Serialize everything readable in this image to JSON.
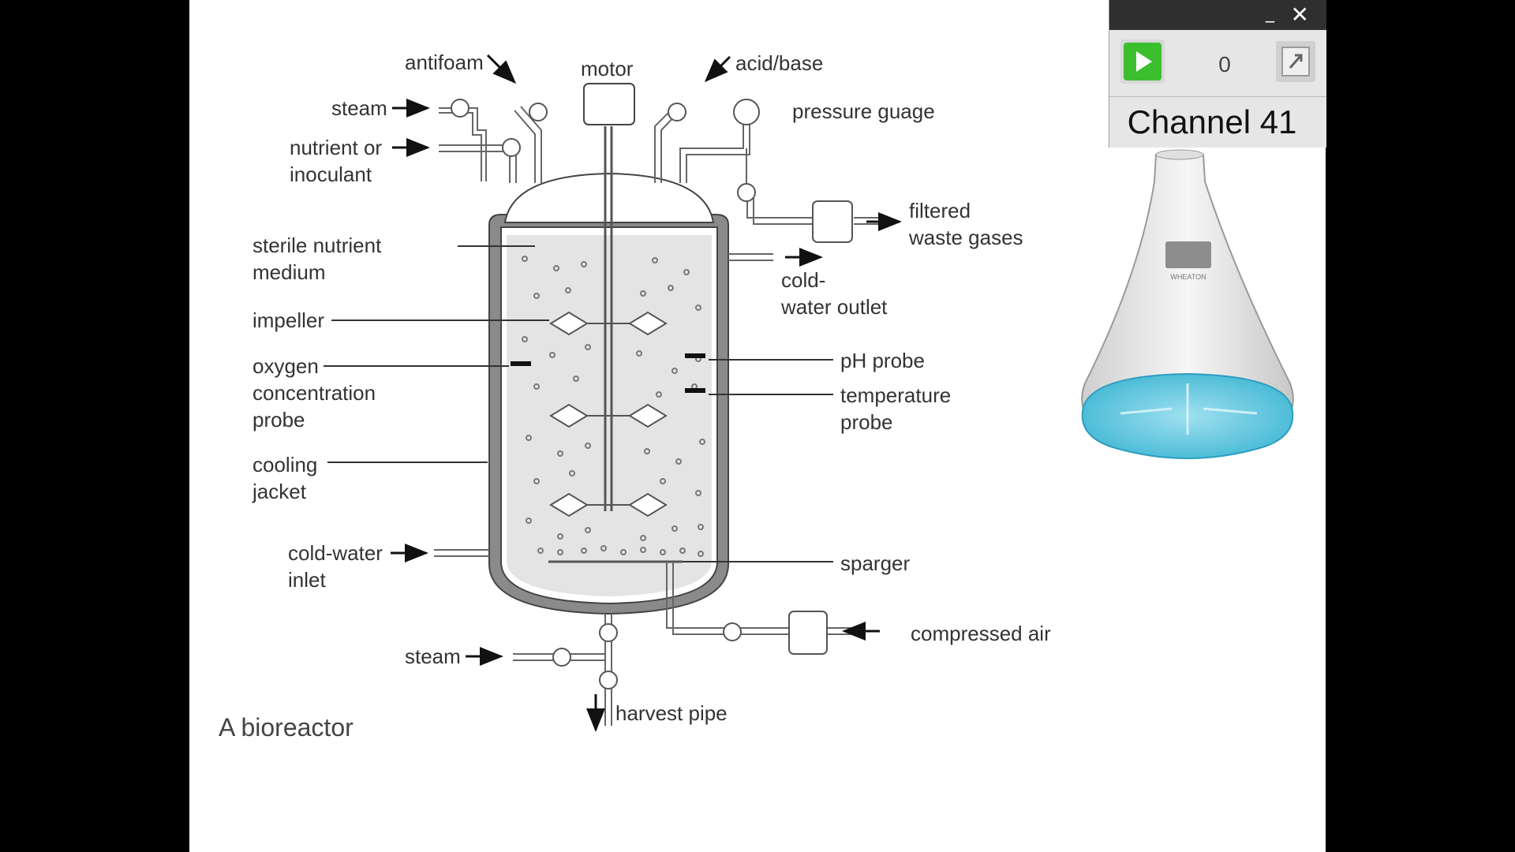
{
  "diagram": {
    "caption": "A bioreactor",
    "labels": {
      "antifoam": "antifoam",
      "motor": "motor",
      "acid_base": "acid/base",
      "steam_top": "steam",
      "pressure_gauge": "pressure guage",
      "nutrient": "nutrient or\ninoculant",
      "filtered_waste": "filtered\nwaste gases",
      "sterile_medium": "sterile nutrient\nmedium",
      "cold_water_outlet": "cold-\nwater outlet",
      "impeller": "impeller",
      "ph_probe": "pH probe",
      "oxygen_probe": "oxygen\nconcentration\nprobe",
      "temperature_probe": "temperature\nprobe",
      "cooling_jacket": "cooling\njacket",
      "cold_water_inlet": "cold-water\ninlet",
      "sparger": "sparger",
      "compressed_air": "compressed air",
      "steam_bottom": "steam",
      "harvest_pipe": "harvest pipe"
    }
  },
  "widget": {
    "counter": "0",
    "channel": "Channel 41",
    "flask_brand": "WHEATON",
    "accent_play": "#3cbf2e"
  }
}
